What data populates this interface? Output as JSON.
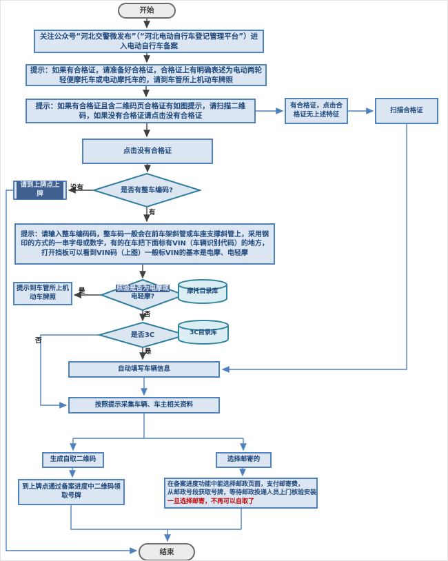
{
  "colors": {
    "box_fill": "#dce6f2",
    "box_border": "#4f81bd",
    "box_text": "#1f497d",
    "diamond_border": "#2e7d9e",
    "diamond_fill": "#dce6f1",
    "cylinder_fill": "#daeef3",
    "cylinder_border": "#31859c",
    "terminal_fill": "#ececec",
    "terminal_border": "#6a6a6a",
    "black_arrow": "#3f3f3f",
    "blue_arrow": "#4f81bd",
    "highlight_bg": "#3f5f91",
    "warning_text": "#c00000"
  },
  "nodes": {
    "start": "开始",
    "step_follow": "关注公众号“河北交警微发布”（“河北电动自行车登记管理平台”）进入电动自行车备案",
    "tip_has_cert": "提示：如果有合格证，请准备好合格证，合格证上有明确表述为电动两轮轻便摩托车或电动摩托车的，请到车管所上机动车牌照",
    "tip_qr_cert": "提示：如果有合格证且含二维码页合格证有如图提示，请扫描二维码，如果没有合格证请点击没有合格证",
    "has_cert_no_feature": "有合格证，点击合格证无上述特征",
    "scan_cert": "扫描合格证",
    "click_no_cert": "点击没有合格证",
    "decision_vehicle_code": "是否有整车编码?",
    "go_plate_point": "请到上牌点上牌",
    "tip_input_code": "提示：请输入整车编码码，整车码一般会在前车架斜管或车座支撑斜管上，采用钢印的方式的一串字母或数字，有的在车把下面标有VIN（车辆识别代码）的地方，打开挡板可以看到VIN码（上图）一般标VIN的基本是电摩、电轻摩",
    "decision_moto_line1": "核验是否为电摩或",
    "decision_moto_line2": "电轻摩?",
    "db_moto": "摩托目录库",
    "tip_dmv": "提示到车管所上机动车牌照",
    "decision_3c": "是否3C",
    "db_3c": "3C目录库",
    "auto_fill": "自动填写车辆信息",
    "collect_info": "按照提示采集车辆、车主相关资料",
    "gen_qr": "生成自取二维码",
    "choose_mail": "选择邮寄的",
    "pickup_plate": "到上牌点通过备案进度中二维码领取号牌",
    "mail_detail_1": "在备案进度功能中能选择邮政页面，支付邮寄费，",
    "mail_detail_2": "从邮政号段获取号牌，等待邮政投递人员上门核验安装",
    "mail_detail_3": "一旦选择邮寄，不再可以自取了",
    "end": "结束"
  },
  "labels": {
    "d1_no": "没有",
    "d1_yes": "有",
    "d2_yes": "是",
    "d2_no": "否",
    "d3_no": "否",
    "d3_yes": "是"
  }
}
